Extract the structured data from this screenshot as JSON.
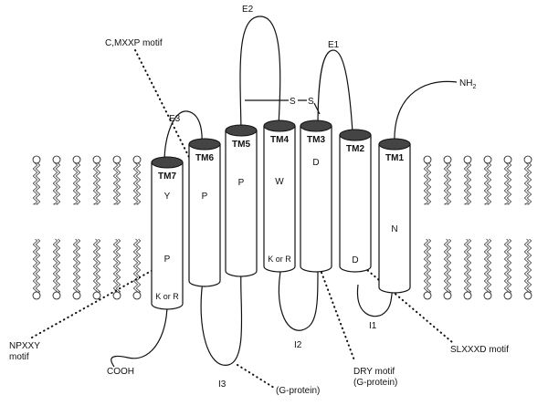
{
  "helices": [
    {
      "label": "TM1",
      "residues": [
        "N"
      ]
    },
    {
      "label": "TM2",
      "residues": [
        "D"
      ]
    },
    {
      "label": "TM3",
      "residues": [
        "D"
      ]
    },
    {
      "label": "TM4",
      "residues": [
        "W",
        "K or R"
      ]
    },
    {
      "label": "TM5",
      "residues": [
        "P"
      ]
    },
    {
      "label": "TM6",
      "residues": [
        "P"
      ]
    },
    {
      "label": "TM7",
      "residues": [
        "Y",
        "P",
        "K or R"
      ]
    }
  ],
  "loops": {
    "extracellular": [
      "E1",
      "E2",
      "E3"
    ],
    "intracellular": [
      "I1",
      "I2",
      "I3"
    ]
  },
  "termini": {
    "n": "NH",
    "n_subscript": "2",
    "c": "COOH"
  },
  "disulfide": {
    "left": "S",
    "right": "S"
  },
  "motifs": {
    "cmxxp": "C,MXXP motif",
    "npxxy_line1": "NPXXY",
    "npxxy_line2": "motif",
    "slxxxd": "SLXXXD motif",
    "dry_line1": "DRY motif",
    "dry_line2": "(G-protein)",
    "gprotein": "(G-protein)"
  }
}
